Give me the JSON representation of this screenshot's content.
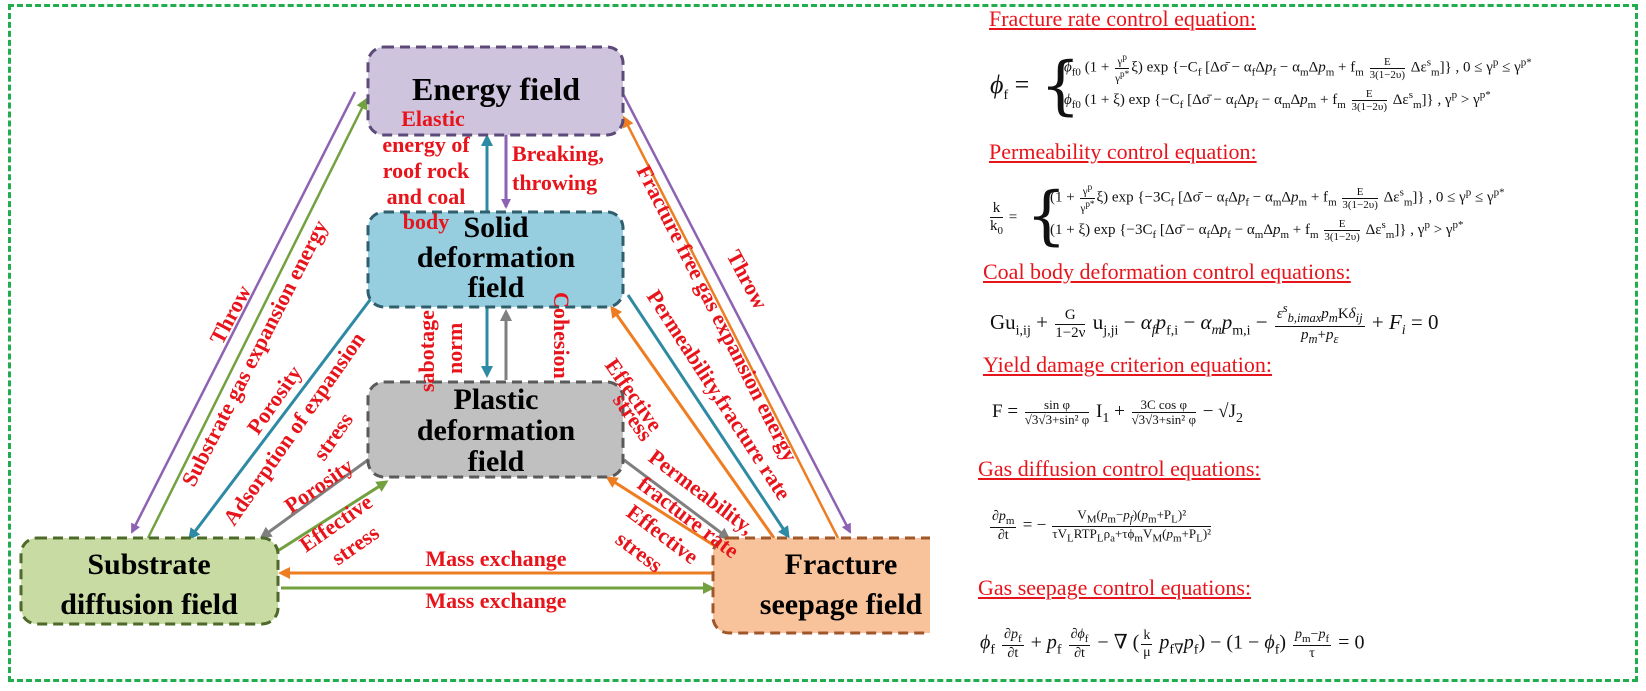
{
  "nodes": {
    "energy": {
      "label": "Energy field",
      "fill": "#cfc4de"
    },
    "solid": {
      "line1": "Solid",
      "line2": "deformation",
      "line3": "field",
      "fill": "#96cedf"
    },
    "plastic": {
      "line1": "Plastic",
      "line2": "deformation",
      "line3": "field",
      "fill": "#c0c0c0"
    },
    "substrate": {
      "line1": "Substrate",
      "line2": "diffusion field",
      "fill": "#c7dba3"
    },
    "fracture": {
      "line1": "Fracture",
      "line2": "seepage field",
      "fill": "#f8c39a"
    }
  },
  "relations": {
    "elastic": [
      "Elastic",
      "energy of",
      "roof rock",
      "and coal",
      "body"
    ],
    "breaking": [
      "Breaking,",
      "throwing"
    ],
    "throw_left": "Throw",
    "substrate_gas": "Substrate gas expansion energy",
    "porosity_1": "Porosity",
    "adsorption": [
      "Adsorption of expansion",
      "stress"
    ],
    "sabotage": "sabotage",
    "norm": "norm",
    "cohesion": "Cohesion",
    "porosity_2": "Porosity",
    "effective_left": [
      "Effective",
      "stress"
    ],
    "effective_mid": [
      "Effective",
      "stress"
    ],
    "permeability_mid": [
      "Permeability,fracture rate"
    ],
    "permeability_low": [
      "Permeability,",
      "fracture rate"
    ],
    "effective_low": [
      "Effective",
      "stress"
    ],
    "fracture_free": "Fracture free gas expansion energy",
    "throw_right": "Throw",
    "mass_exchange_top": "Mass exchange",
    "mass_exchange_bottom": "Mass exchange"
  },
  "colors": {
    "purple": "#8e62b3",
    "teal": "#2e89a4",
    "gray": "#7f7f7f",
    "olive": "#73a13f",
    "orange": "#ee7d22",
    "red_text": "#e8141b",
    "frame": "#1fae4b"
  },
  "equations": {
    "fracture_rate": {
      "title": "Fracture rate control equation:"
    },
    "permeability": {
      "title": "Permeability control equation:"
    },
    "coal_body": {
      "title": "Coal body deformation control equations:"
    },
    "yield": {
      "title": "Yield damage criterion equation:"
    },
    "diffusion": {
      "title": "Gas diffusion control equations:"
    },
    "seepage": {
      "title": "Gas seepage control equations:"
    }
  }
}
